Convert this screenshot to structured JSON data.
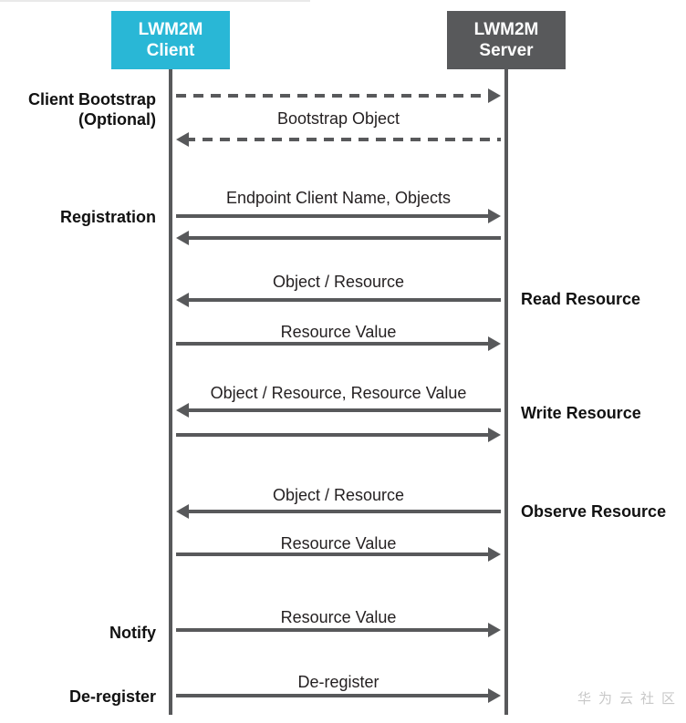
{
  "diagram_title": "LWM2M client-server interaction sequence",
  "actors": {
    "client": {
      "line1": "LWM2M",
      "line2": "Client",
      "color": "#29b7d6"
    },
    "server": {
      "line1": "LWM2M",
      "line2": "Server",
      "color": "#58595b"
    }
  },
  "left_labels": {
    "bootstrap_line1": "Client Bootstrap",
    "bootstrap_line2": "(Optional)",
    "registration": "Registration",
    "notify": "Notify",
    "deregister": "De-register"
  },
  "right_labels": {
    "read": "Read Resource",
    "write": "Write Resource",
    "observe": "Observe Resource"
  },
  "messages": [
    {
      "id": "bootstrap-request",
      "from": "client",
      "to": "server",
      "style": "dashed",
      "label": ""
    },
    {
      "id": "bootstrap-response",
      "from": "server",
      "to": "client",
      "style": "dashed",
      "label": "Bootstrap Object"
    },
    {
      "id": "register-request",
      "from": "client",
      "to": "server",
      "style": "solid",
      "label": "Endpoint Client Name, Objects"
    },
    {
      "id": "register-response",
      "from": "server",
      "to": "client",
      "style": "solid",
      "label": ""
    },
    {
      "id": "read-request",
      "from": "server",
      "to": "client",
      "style": "solid",
      "label": "Object / Resource"
    },
    {
      "id": "read-response",
      "from": "client",
      "to": "server",
      "style": "solid",
      "label": "Resource Value"
    },
    {
      "id": "write-request",
      "from": "server",
      "to": "client",
      "style": "solid",
      "label": "Object / Resource, Resource Value"
    },
    {
      "id": "write-response",
      "from": "client",
      "to": "server",
      "style": "solid",
      "label": ""
    },
    {
      "id": "observe-request",
      "from": "server",
      "to": "client",
      "style": "solid",
      "label": "Object / Resource"
    },
    {
      "id": "observe-response",
      "from": "client",
      "to": "server",
      "style": "solid",
      "label": "Resource Value"
    },
    {
      "id": "notify",
      "from": "client",
      "to": "server",
      "style": "solid",
      "label": "Resource Value"
    },
    {
      "id": "deregister",
      "from": "client",
      "to": "server",
      "style": "solid",
      "label": "De-register"
    }
  ],
  "watermark": "华为云社区",
  "colors": {
    "client_box": "#29b7d6",
    "server_box": "#58595b",
    "arrow": "#58595b",
    "label_text": "#231f20",
    "watermark": "#c8c8c8"
  }
}
